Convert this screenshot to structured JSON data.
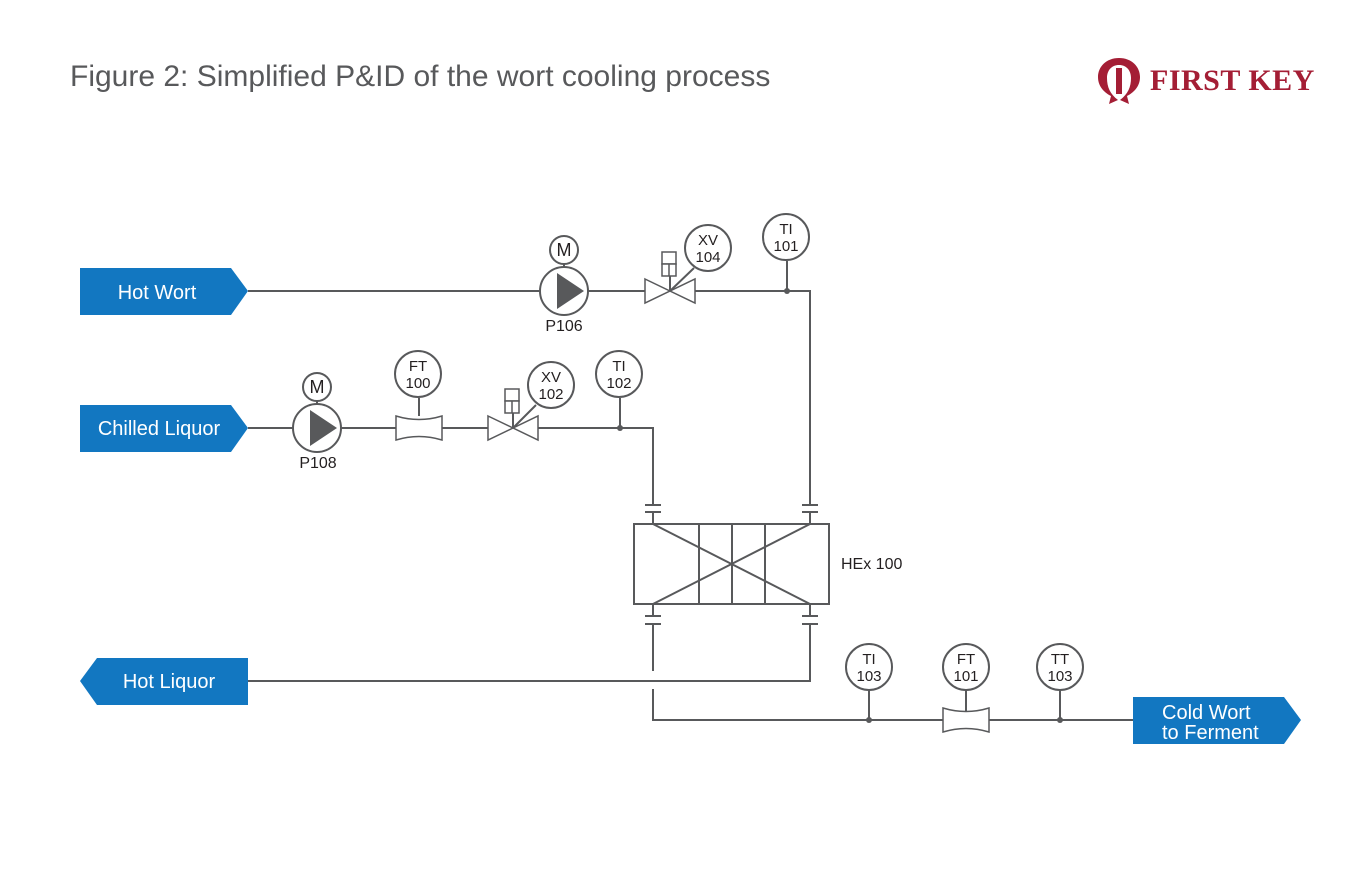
{
  "title": "Figure 2: Simplified P&ID of the wort cooling process",
  "logo": {
    "text": "FIRST KEY",
    "icon": "first-key-logo-icon"
  },
  "colors": {
    "stream": "#1277c1",
    "line": "#58595b",
    "brand": "#a41e35",
    "title": "#58595b"
  },
  "streams": {
    "hot_wort": "Hot Wort",
    "chilled_liquor": "Chilled Liquor",
    "hot_liquor": "Hot Liquor",
    "cold_wort_line1": "Cold Wort",
    "cold_wort_line2": "to Ferment"
  },
  "pumps": {
    "p106": {
      "tag": "P106",
      "motor": "M"
    },
    "p108": {
      "tag": "P108",
      "motor": "M"
    }
  },
  "instruments": {
    "xv104": {
      "l1": "XV",
      "l2": "104"
    },
    "ti101": {
      "l1": "TI",
      "l2": "101"
    },
    "ft100": {
      "l1": "FT",
      "l2": "100"
    },
    "xv102": {
      "l1": "XV",
      "l2": "102"
    },
    "ti102": {
      "l1": "TI",
      "l2": "102"
    },
    "ti103": {
      "l1": "TI",
      "l2": "103"
    },
    "ft101": {
      "l1": "FT",
      "l2": "101"
    },
    "tt103": {
      "l1": "TT",
      "l2": "103"
    }
  },
  "heat_exchanger": {
    "tag": "HEx 100"
  }
}
